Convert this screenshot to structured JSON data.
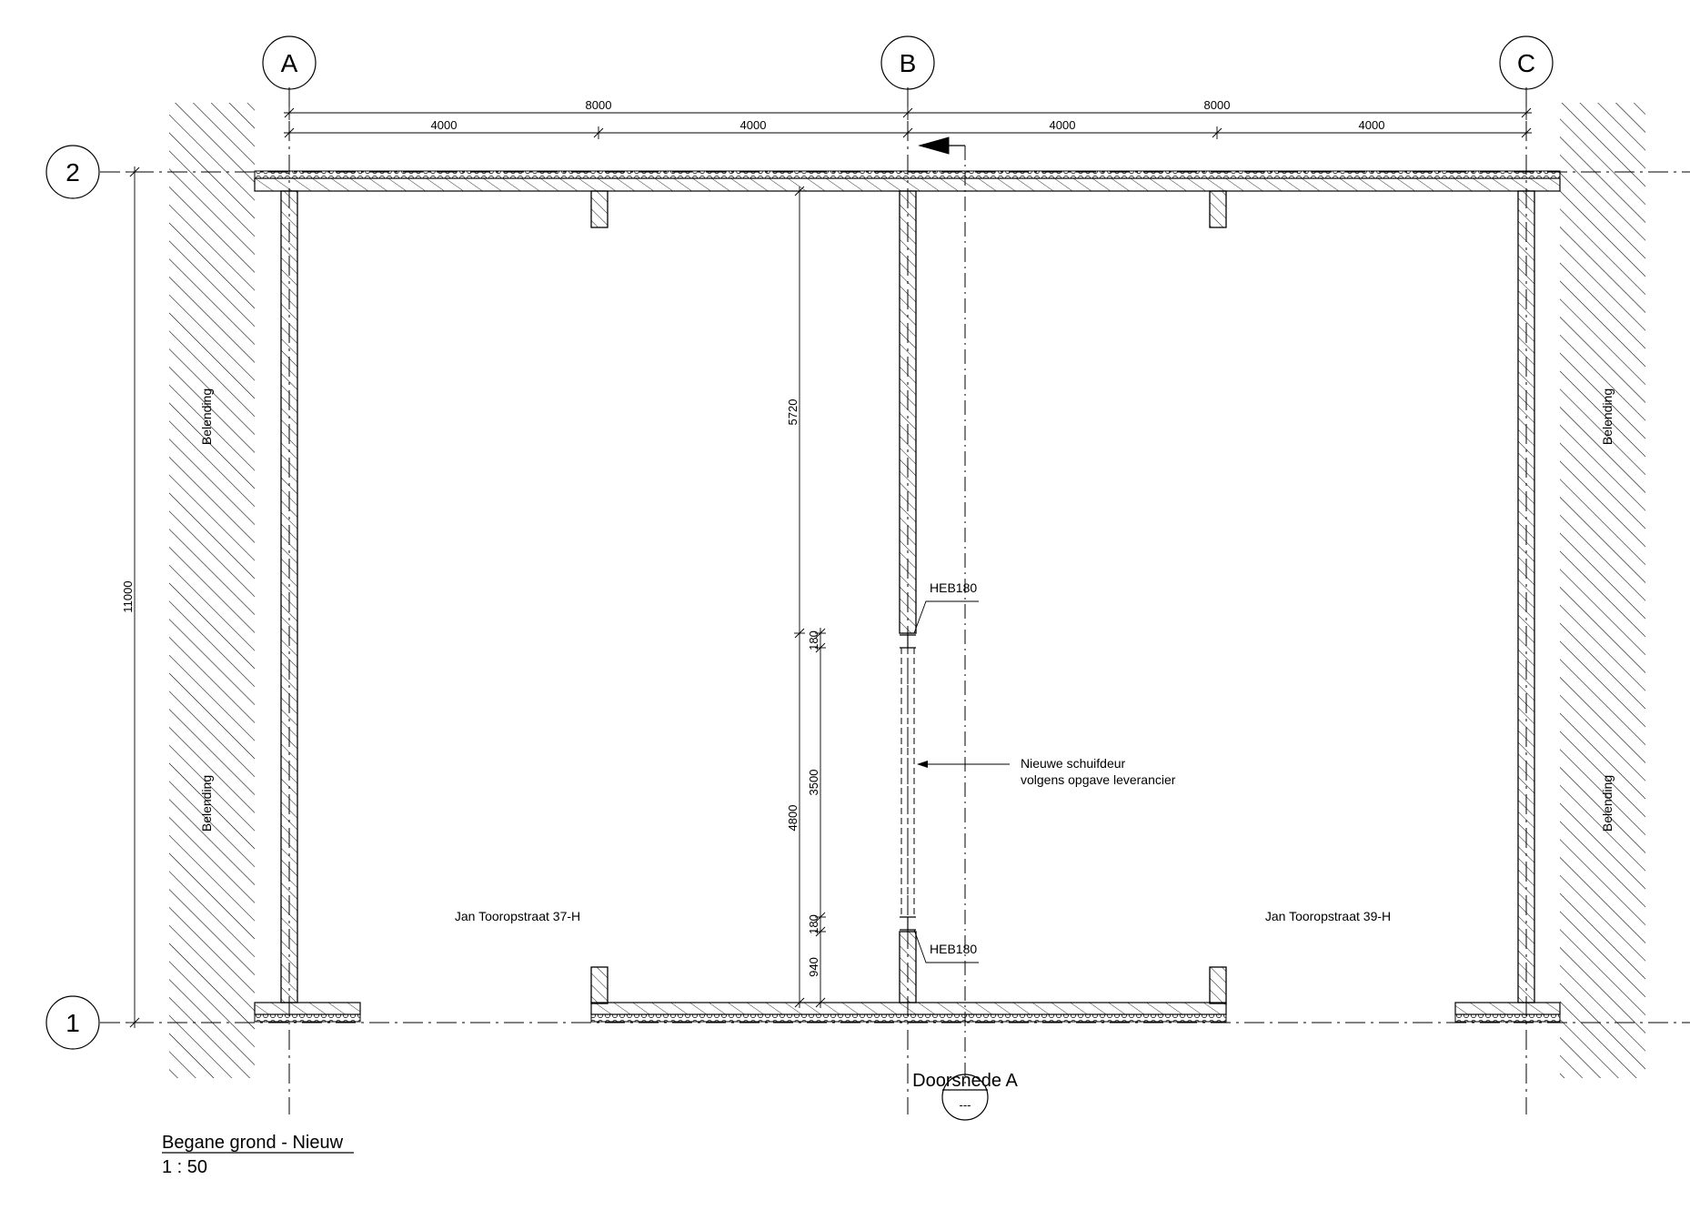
{
  "grid": {
    "columns": [
      "A",
      "B",
      "C"
    ],
    "rows": [
      "2",
      "1"
    ]
  },
  "dimensions": {
    "top_total_left": "8000",
    "top_total_right": "8000",
    "top_sub": [
      "4000",
      "4000",
      "4000",
      "4000"
    ],
    "overall_height": "11000",
    "inner_upper": "5720",
    "inner_lower": "4800",
    "door_stack": [
      "180",
      "3500",
      "180",
      "940"
    ]
  },
  "labels": {
    "neighbor": "Belending",
    "beam_top": "HEB180",
    "beam_bottom": "HEB180",
    "door_note_line1": "Nieuwe schuifdeur",
    "door_note_line2": "volgens opgave leverancier",
    "unit_left": "Jan Tooropstraat 37-H",
    "unit_right": "Jan Tooropstraat 39-H",
    "section": "Doorsnede A",
    "section_ref": "---"
  },
  "title": {
    "name": "Begane grond - Nieuw",
    "scale": "1 : 50"
  }
}
